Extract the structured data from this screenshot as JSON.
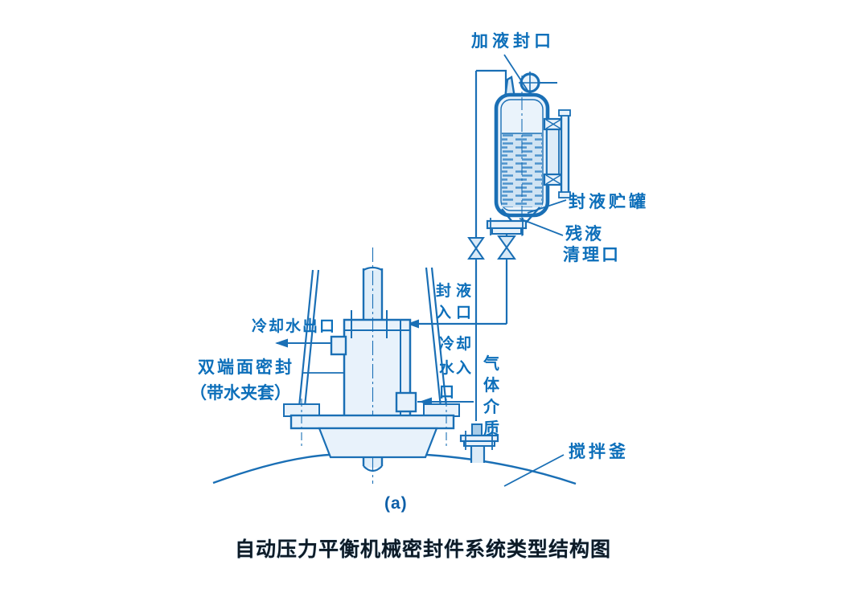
{
  "figure": {
    "caption": "自动压力平衡机械密封件系统类型结构图",
    "subfigure_label": "(a)",
    "colors": {
      "line_blue": "#1a6fb5",
      "label_blue": "#0d6fba",
      "fill_light": "#e8f2fb",
      "fill_liquid": "#cfe3f3",
      "caption_dark": "#0e1b26"
    },
    "labels": {
      "filling_port": "加液封口",
      "seal_liquid_tank": "封液贮罐",
      "residual_1": "残液",
      "residual_2": "清理口",
      "seal_inlet_1": "封液",
      "seal_inlet_2": "入口",
      "cooling_outlet": "冷却水出口",
      "double_seal_1": "双端面密封",
      "double_seal_2": "（带水夹套）",
      "cooling_inlet_1": "冷却",
      "cooling_inlet_2": "水入",
      "cooling_inlet_3": "口",
      "gas_medium": "气体介质",
      "stirred_vessel": "搅拌釜"
    }
  }
}
